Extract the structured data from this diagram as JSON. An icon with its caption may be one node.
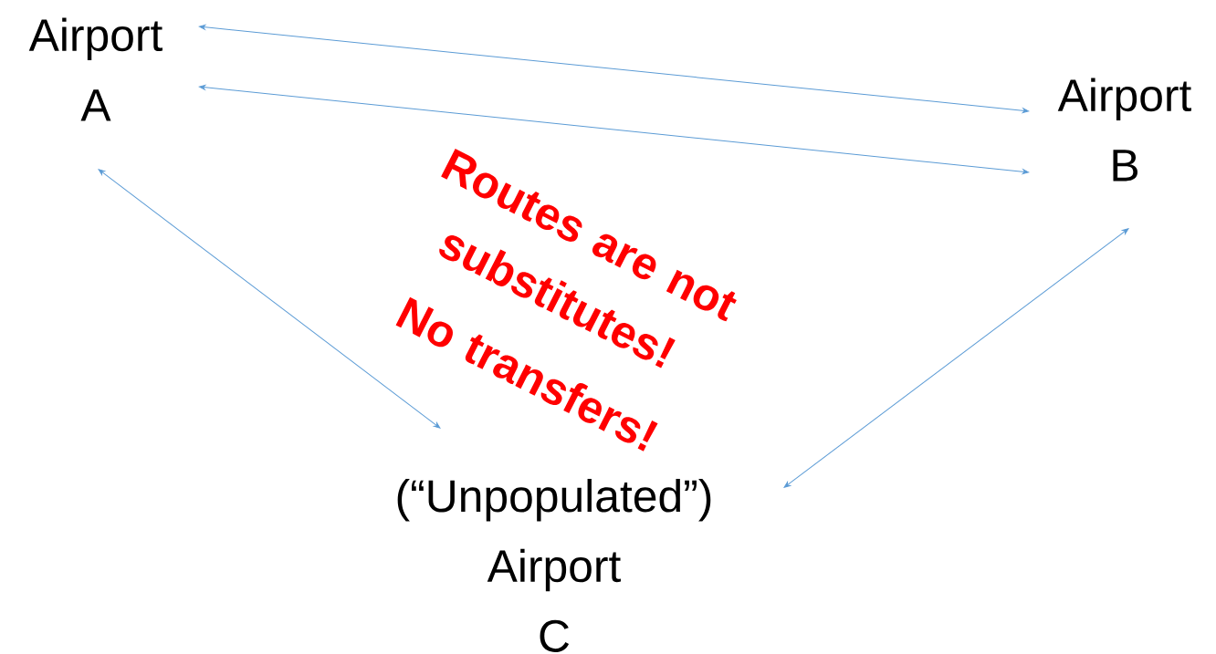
{
  "diagram": {
    "nodes": [
      {
        "text": [
          "Airport A"
        ]
      },
      {
        "text": [
          "Airport B"
        ]
      },
      {
        "text": [
          "(“Unpopulated”) Airport C"
        ]
      }
    ],
    "edges": [
      {
        "from": 0,
        "to": 1,
        "arrow": "both"
      },
      {
        "from": 0,
        "to": 1,
        "arrow": "both"
      },
      {
        "from": 0,
        "to": 2,
        "arrow": "both"
      },
      {
        "from": 1,
        "to": 2,
        "arrow": "both"
      }
    ],
    "labels": [
      "Routes are not substitutes!",
      "No transfers!"
    ]
  }
}
